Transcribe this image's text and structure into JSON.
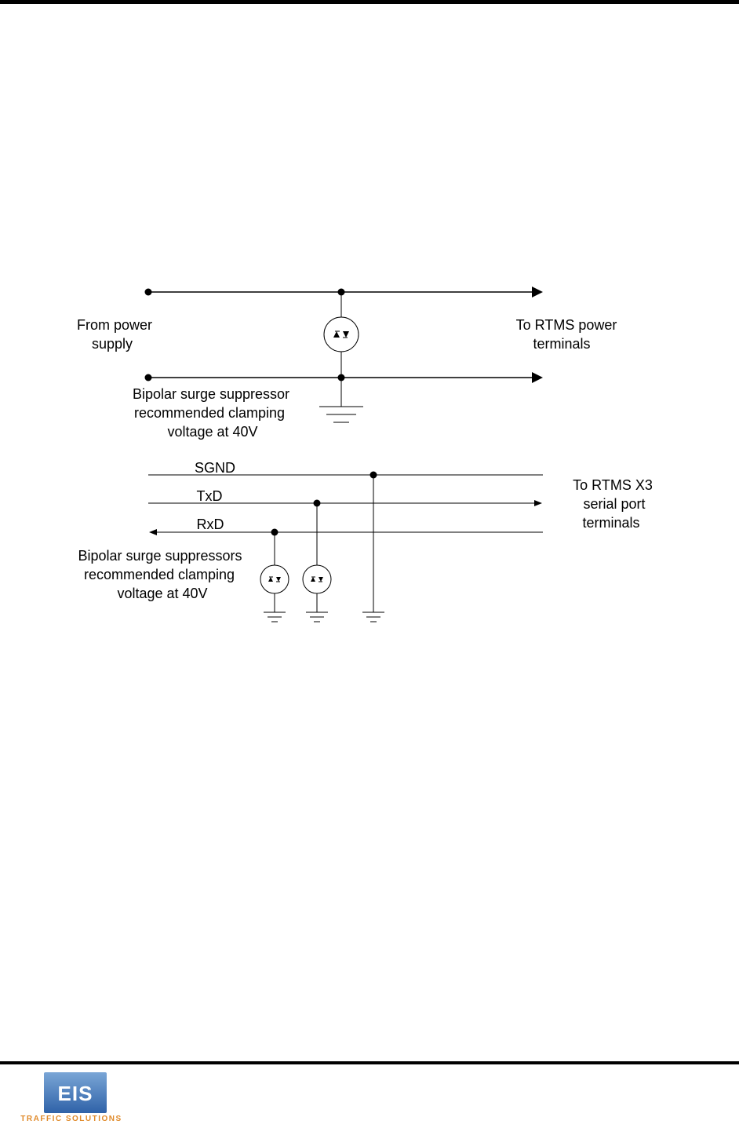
{
  "power_section": {
    "from_label_line1": "From power",
    "from_label_line2": "supply",
    "to_label_line1": "To RTMS power",
    "to_label_line2": "terminals",
    "suppressor_line1": "Bipolar surge suppressor",
    "suppressor_line2": "recommended clamping",
    "suppressor_line3": "voltage at 40V"
  },
  "serial_section": {
    "signals": [
      "SGND",
      "TxD",
      "RxD"
    ],
    "to_label_line1": "To RTMS X3",
    "to_label_line2": "serial port",
    "to_label_line3": "terminals",
    "suppressor_line1": "Bipolar surge suppressors",
    "suppressor_line2": "recommended clamping",
    "suppressor_line3": "voltage at 40V"
  },
  "footer": {
    "logo_text": "EIS",
    "logo_subtext": "TRAFFIC SOLUTIONS"
  }
}
